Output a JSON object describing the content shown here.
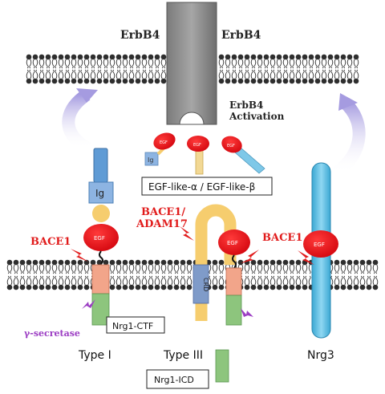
{
  "receptor": {
    "left_label": "ErbB4",
    "right_label": "ErbB4",
    "activation_line1": "ErbB4",
    "activation_line2": "Activation"
  },
  "ligands": {
    "egf": "EGF",
    "ig": "Ig",
    "caption": "EGF-like-α / EGF-like-β"
  },
  "bace1_left": "BACE1",
  "bace1_right": "BACE1",
  "bace_adam_line1": "BACE1/",
  "bace_adam_line2": "ADAM17",
  "gamma_secretase": "γ-secretase",
  "crd": "CRD",
  "nrg1_ctf": "Nrg1-CTF",
  "nrg1_icd": "Nrg1-ICD",
  "types": {
    "type1": "Type I",
    "type3": "Type III",
    "nrg3": "Nrg3"
  },
  "colors": {
    "egf_red": "#e8141b",
    "ig_blue": "#5f9bd5",
    "tan": "#f6cd6e",
    "salmon": "#f2a58a",
    "green": "#8dc57d",
    "teal": "#4bb7de",
    "crd_blue": "#7f9bc9",
    "receptor_gray": "#8a8a8a",
    "bace_red": "#e11b1b",
    "gamma_purple": "#9b3cc3",
    "arrow_lavender": "#b7b0e5"
  }
}
